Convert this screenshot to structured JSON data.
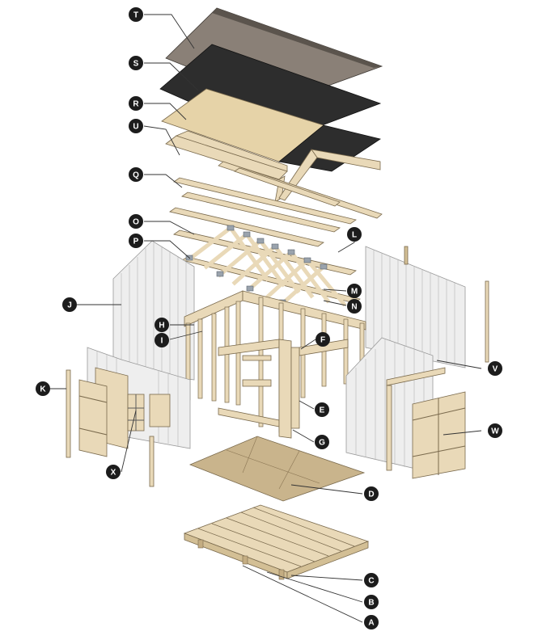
{
  "diagram": {
    "callouts": [
      "T",
      "S",
      "R",
      "U",
      "Q",
      "O",
      "P",
      "L",
      "J",
      "H",
      "I",
      "M",
      "N",
      "F",
      "K",
      "E",
      "V",
      "G",
      "W",
      "X",
      "D",
      "C",
      "B",
      "A"
    ]
  },
  "colors": {
    "shingle": "#8a8077",
    "felt": "#2d2d2d",
    "lumber": "#e9d9b8",
    "siding": "#eeeeee",
    "floor": "#c9b48c",
    "callout": "#1c1c1c"
  }
}
